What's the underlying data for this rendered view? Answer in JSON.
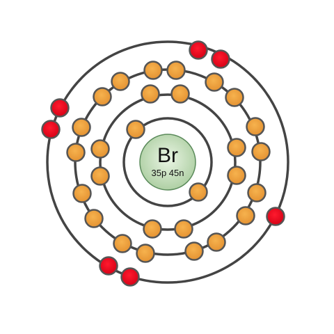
{
  "atom": {
    "symbol": "Br",
    "nucleus_label": "35p 45n",
    "shells": [
      2,
      8,
      18,
      7
    ],
    "colors": {
      "inner_electron": "#f0a040",
      "valence_electron": "#e0001a",
      "nucleus_center": "#eaf5e4",
      "nucleus_edge": "#a9cc9e",
      "orbit": "#444444"
    }
  }
}
